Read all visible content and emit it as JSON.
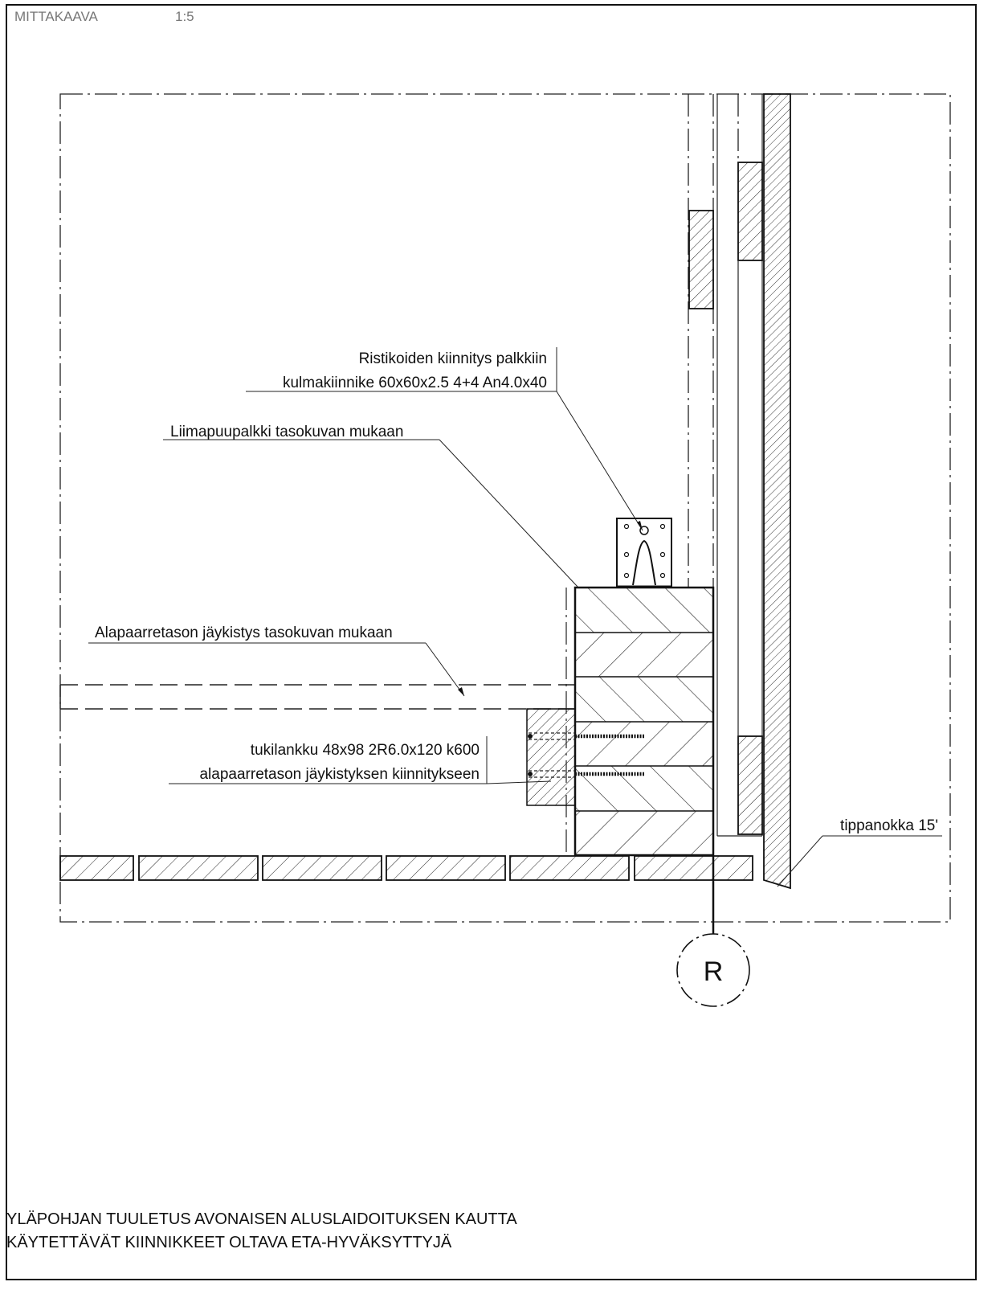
{
  "header": {
    "scale_label": "MITTAKAAVA",
    "scale_value": "1:5"
  },
  "labels": {
    "bracket_line1": "Ristikoiden kiinnitys palkkiin",
    "bracket_line2": "kulmakiinnike 60x60x2.5 4+4 An4.0x40",
    "beam": "Liimapuupalkki tasokuvan mukaan",
    "bracing": "Alapaarretason jäykistys tasokuvan mukaan",
    "plank_line1": "tukilankku 48x98 2R6.0x120 k600",
    "plank_line2": "alapaarretason jäykistyksen kiinnitykseen",
    "drip": "tippanokka 15'"
  },
  "grid_marker": "R",
  "footer": {
    "line1": "YLÄPOHJAN TUULETUS AVONAISEN ALUSLAIDOITUKSEN KAUTTA",
    "line2": "KÄYTETTÄVÄT KIINNIKKEET OLTAVA ETA-HYVÄKSYTTYJÄ"
  }
}
